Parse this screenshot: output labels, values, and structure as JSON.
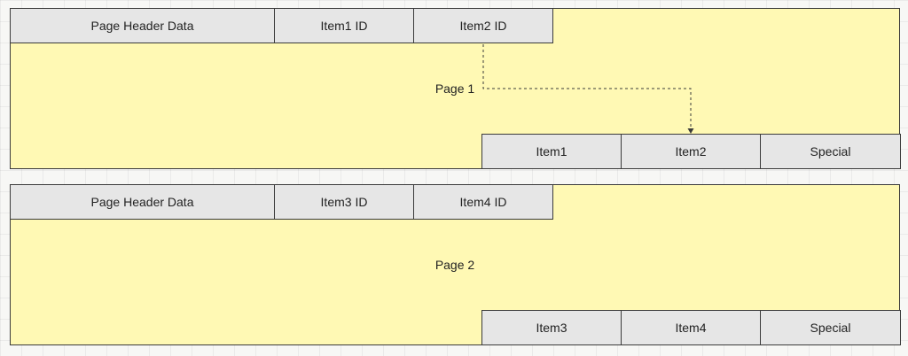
{
  "pages": [
    {
      "header": "Page Header Data",
      "id_a": "Item1 ID",
      "id_b": "Item2 ID",
      "label": "Page 1",
      "items": [
        "Item1",
        "Item2",
        "Special"
      ]
    },
    {
      "header": "Page Header Data",
      "id_a": "Item3 ID",
      "id_b": "Item4 ID",
      "label": "Page 2",
      "items": [
        "Item3",
        "Item4",
        "Special"
      ]
    }
  ],
  "connectors": [
    {
      "from": "Item2 ID",
      "to": "Item2",
      "style": "dashed"
    }
  ],
  "colors": {
    "page_fill": "#fff9b4",
    "cell_fill": "#e6e6e6",
    "border": "#3a3a3a"
  }
}
